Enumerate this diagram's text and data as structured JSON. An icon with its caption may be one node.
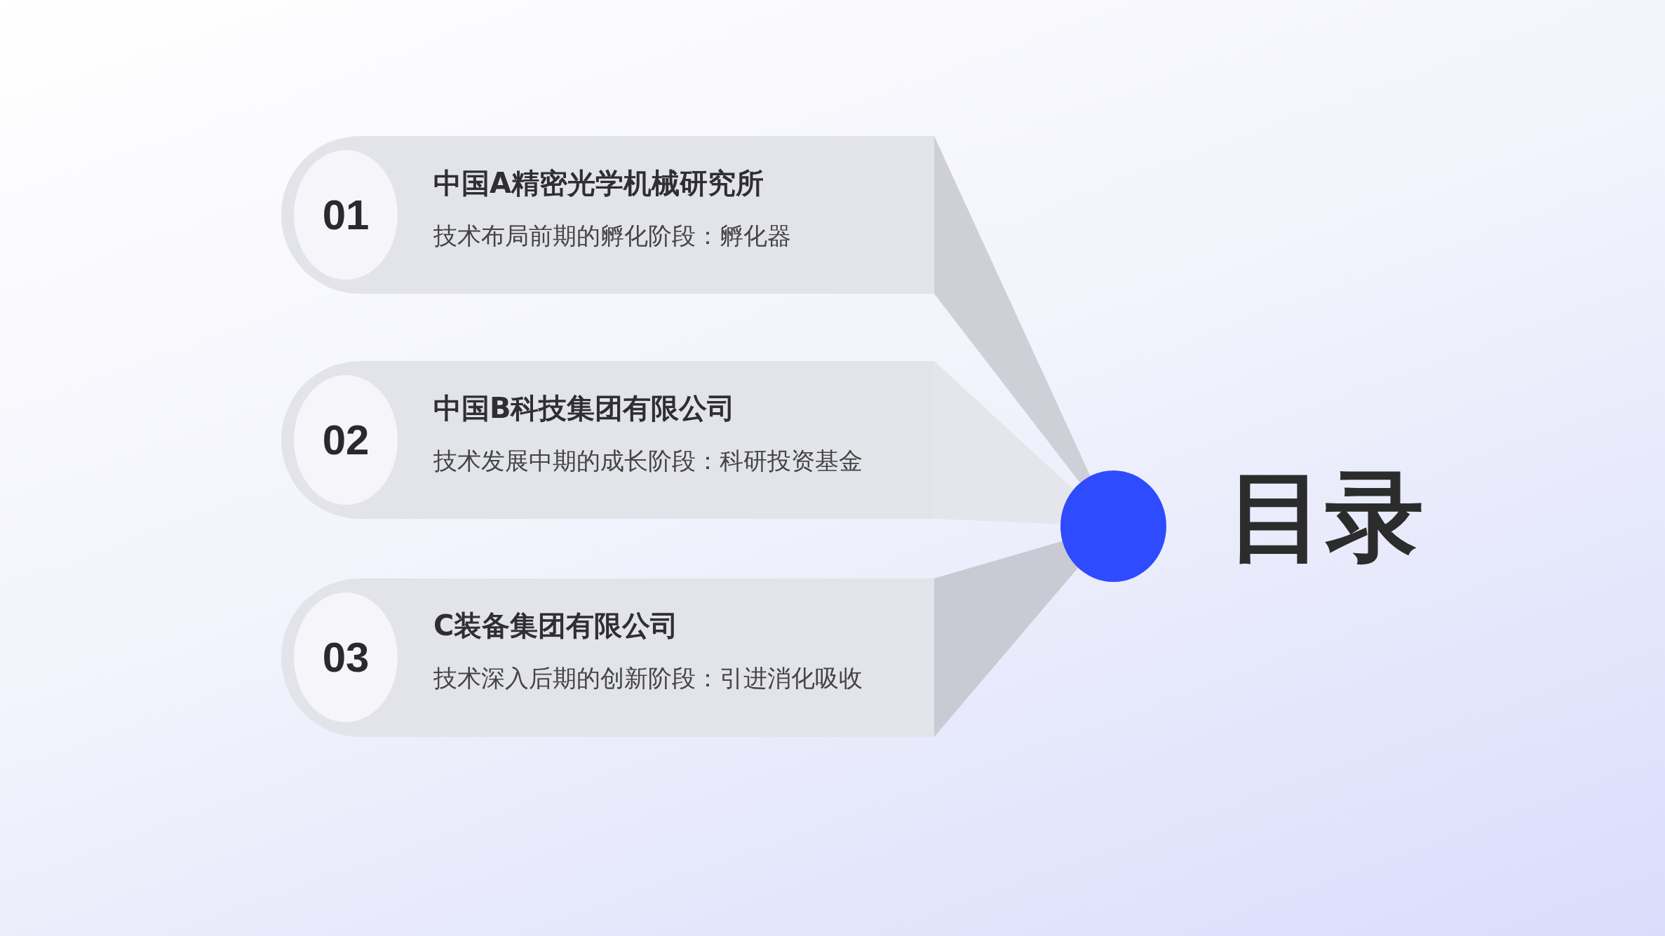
{
  "diagram": {
    "title": "目录",
    "nodes": [
      {
        "text": [
          "中国A精密光学机械研究所",
          "技术布局前期的孵化阶段：孵化器"
        ]
      },
      {
        "text": [
          "01"
        ],
        "in": 0
      },
      {
        "text": [
          "中国B科技集团有限公司",
          "技术发展中期的成长阶段：科研投资基金"
        ]
      },
      {
        "text": [
          "02"
        ],
        "in": 2
      },
      {
        "text": [
          "C装备集团有限公司",
          "技术深入后期的创新阶段：引进消化吸收"
        ]
      },
      {
        "text": [
          "03"
        ],
        "in": 4
      },
      {
        "text": [],
        "shape": "circle"
      }
    ],
    "edges": [
      {
        "from": 0,
        "to": 6,
        "arrow": "none"
      },
      {
        "from": 2,
        "to": 6,
        "arrow": "none"
      },
      {
        "from": 4,
        "to": 6,
        "arrow": "none"
      }
    ]
  }
}
